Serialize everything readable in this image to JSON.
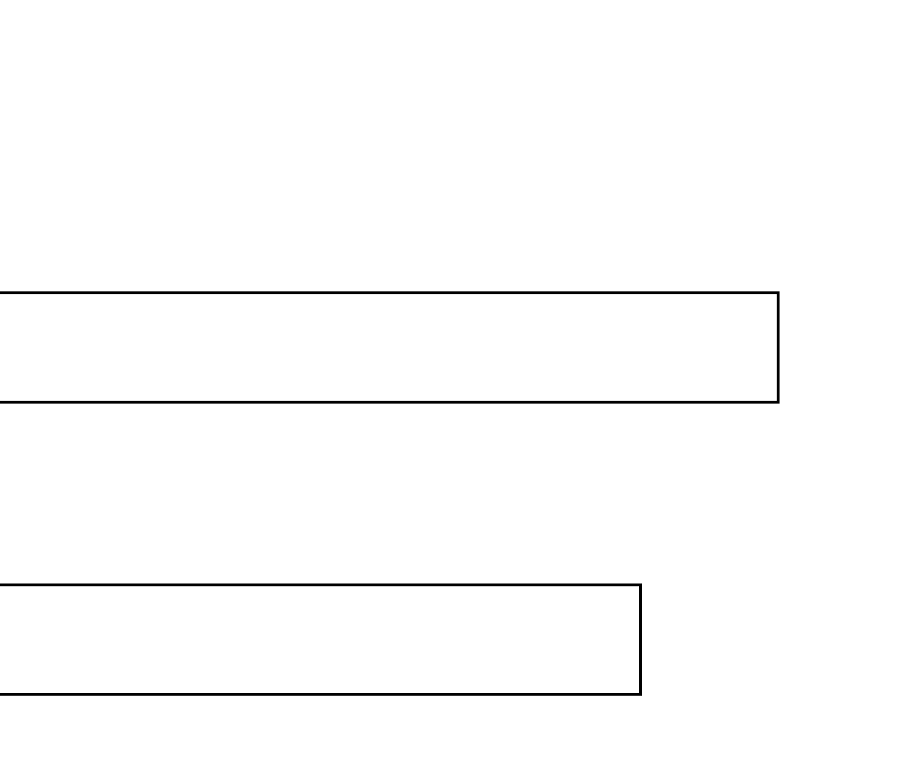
{
  "chart_data": {
    "type": "bar",
    "orientation": "horizontal",
    "categories": [
      "",
      ""
    ],
    "values": [
      1103,
      908
    ],
    "xlim": [
      0,
      1280
    ],
    "grid": false,
    "bar_fill": "#ffffff",
    "bar_stroke": "#000000"
  }
}
